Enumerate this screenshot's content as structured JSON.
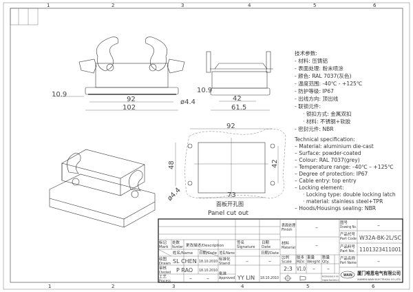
{
  "frame": {
    "zones": [
      "1",
      "2",
      "3",
      "4",
      "5",
      "6"
    ]
  },
  "front_view": {
    "dims": [
      "10.9",
      "92",
      "102",
      "ø4.4"
    ]
  },
  "side_view": {
    "dims": [
      "10.9",
      "42",
      "61.5"
    ]
  },
  "panel_cutout": {
    "dims": [
      "92",
      "48",
      "42",
      "73",
      "ø4.4"
    ],
    "title_cn": "面板开孔图",
    "title_en": "Panel cut out"
  },
  "spec_cn": [
    "技术参数:",
    "- 材料: 压铸铝",
    "- 表面处理: 粉末喷涂",
    "- 颜色: RAL 7037(灰色)",
    "- 温度范围: -40℃ - +125℃",
    "- 防护等级: IP67",
    "- 出线方向: 顶出线",
    "- 联锁元件:",
    "· 锁扣方式: 金属双扣",
    "· 材料: 不锈钢+软胶",
    "- 密封元件: NBR"
  ],
  "spec_en": [
    "Technical specification:",
    "– Material: aluminium die-cast",
    "– Surface: powder-coated",
    "– Colour: RAL 7037(grey)",
    "– Temperature range: –40℃ – +125℃",
    "– Degree of protection: IP67",
    "– Cable entry: top entry",
    "– Locking element:",
    "· Locking type: double locking latch",
    "· material: stainless steel+TPR",
    "– Hoods/Housings sealing: NBR"
  ],
  "title_block": {
    "mark": "标记 Mark",
    "number": "处数 Number",
    "description": "更改描述/Description",
    "signature": "签名 Signature",
    "date": "日期 Date",
    "name_h": "姓名/Name",
    "date_h": "日期/Date",
    "name_h2": "姓名/Name",
    "date_h2": "日期/Date",
    "drawn": "绘图 Drawn",
    "drawn_name": "SL CHEN",
    "drawn_date": "18.10.2010",
    "checked": "审核 Checked",
    "checked_name": "P RAO",
    "checked_date": "18.10.2010",
    "process": "工艺 Process",
    "process_name": "–",
    "process_date": "–",
    "stand": "标准化 Stand",
    "stand_name": "–",
    "stand_date": "–",
    "approved": "批准 Approved",
    "approved_name": "YY LIN",
    "approved_date": "18.10.2010",
    "finish": "表面处理 Finish",
    "finish_val": "–",
    "material": "材料 Material",
    "material_val": "–",
    "scale": "比例 Scale",
    "scale_val": "2:3",
    "rev": "版本 REV.",
    "rev_val": "V1.0",
    "weight": "重量 Weight",
    "weight_val": "–",
    "qty": "数量 Qty.",
    "qty_val": "–",
    "dims_note1": "All Dimensions in mm",
    "dims_note2": "Original Size DIN A 4",
    "drawing_no": "图号 Drawing No.",
    "drawing_no_val": "–",
    "part_code": "产品代号 Part Code",
    "part_code_val": "W32A-BK-2L/SC",
    "part_no": "产品料号 Part No.",
    "part_no_val": "1101323411001",
    "part_name": "产品名称 Part Name",
    "part_name_val": "–",
    "logo": "WAIN",
    "company_cn": "厦门唯恩电气有限公司",
    "company_en": "XIAMEN WAIN ELECTRICAL CO.,LTD"
  }
}
